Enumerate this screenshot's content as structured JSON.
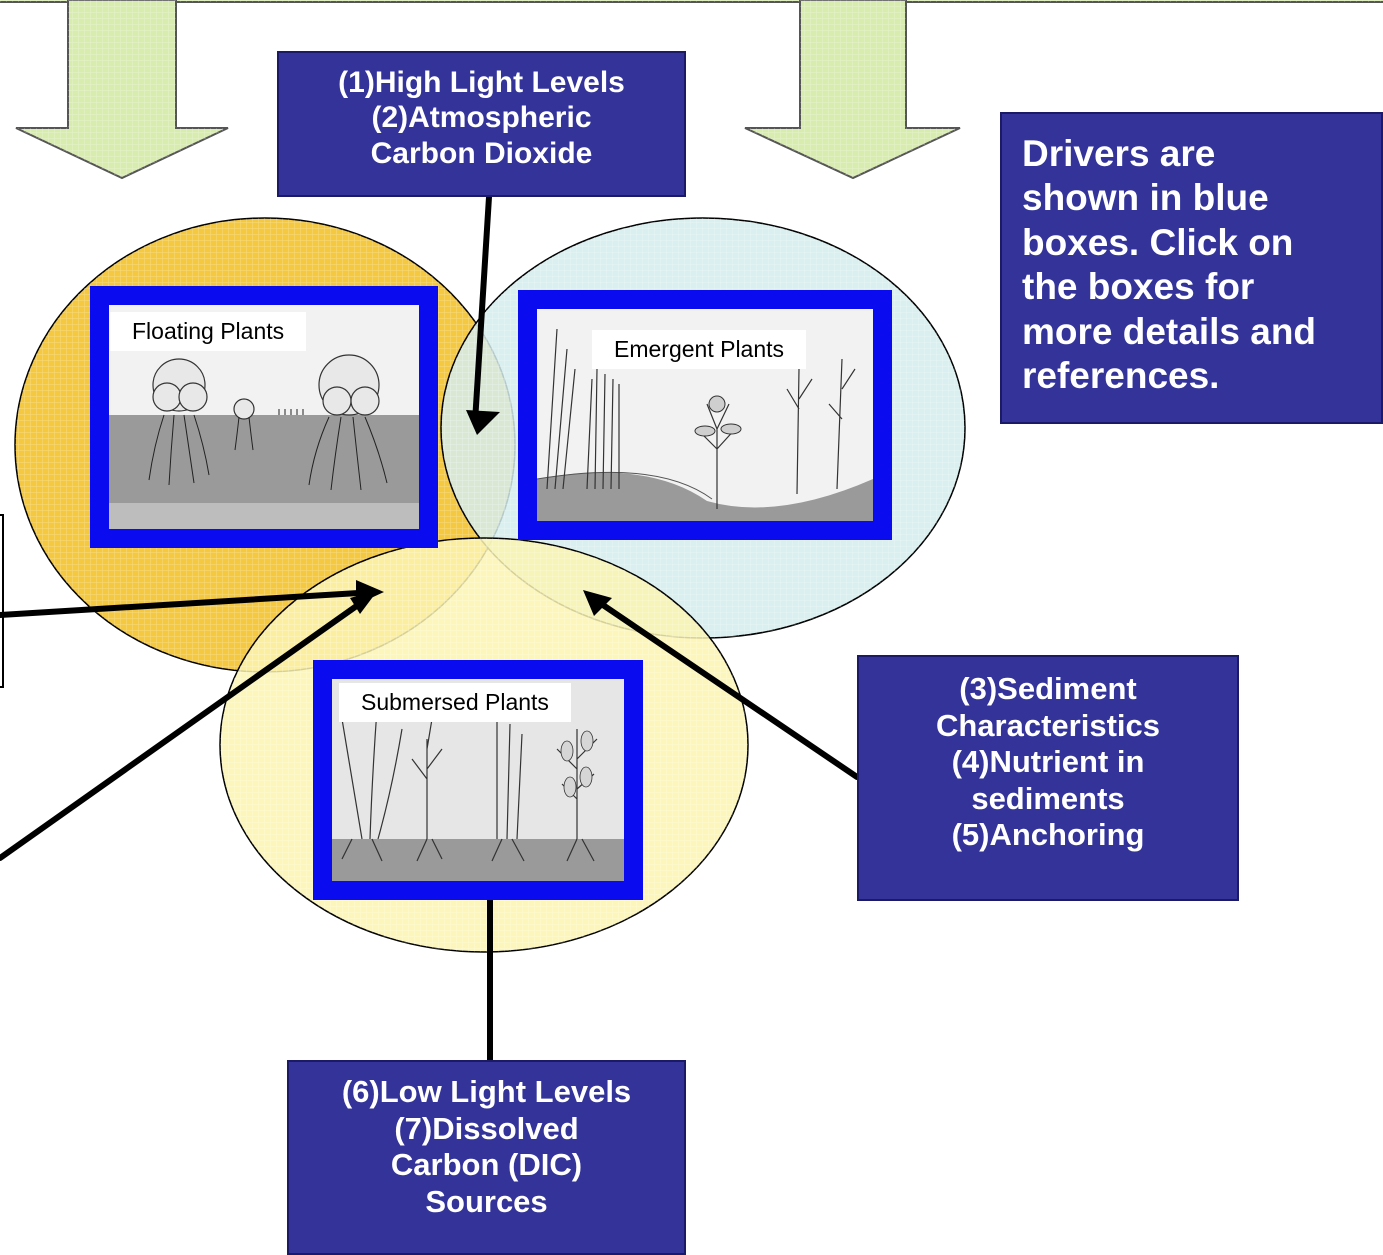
{
  "colors": {
    "driver_box": "#333399",
    "floating_circle": "#f5c842",
    "emergent_circle": "#d4ecec",
    "submersed_circle": "#fbf4b0",
    "panel_border": "#0b0bf0",
    "arrow_fill": "#d8ecb0"
  },
  "drivers": {
    "top": [
      "(1)High Light Levels",
      "(2)Atmospheric",
      "Carbon Dioxide"
    ],
    "right": [
      "(3)Sediment",
      "Characteristics",
      "(4)Nutrient in",
      "sediments",
      "(5)Anchoring"
    ],
    "bottom": [
      "(6)Low Light Levels",
      "(7)Dissolved",
      "Carbon (DIC)",
      "Sources"
    ]
  },
  "panels": {
    "floating": "Floating Plants",
    "emergent": "Emergent Plants",
    "submersed": "Submersed Plants"
  },
  "info_text": [
    "Drivers are",
    "shown in blue",
    "boxes.  Click on",
    "the boxes for",
    "more details and",
    "references."
  ]
}
